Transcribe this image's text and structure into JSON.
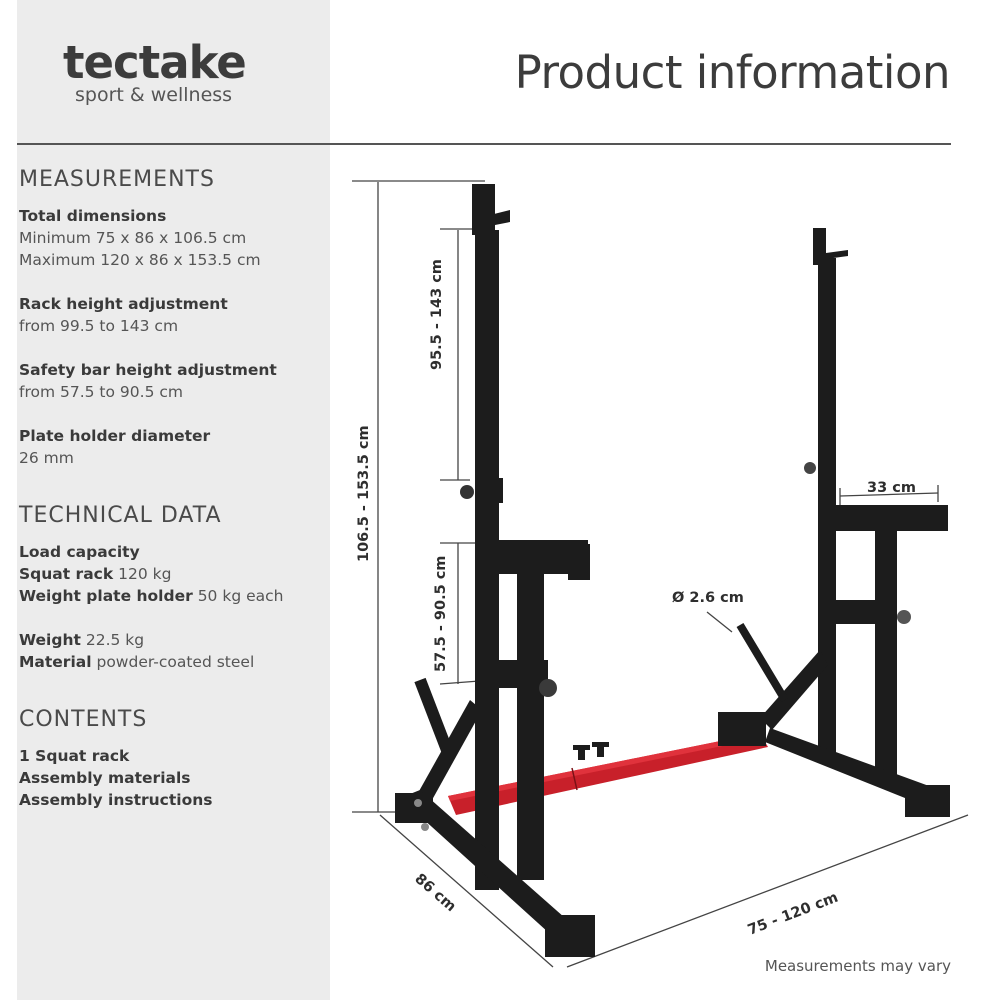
{
  "logo": {
    "main": "tectake",
    "sub": "sport & wellness"
  },
  "title": "Product information",
  "measurements": {
    "heading": "MEASUREMENTS",
    "total_label": "Total dimensions",
    "total_min": "Minimum 75 x 86 x 106.5 cm",
    "total_max": "Maximum 120 x 86 x 153.5 cm",
    "rack_label": "Rack height adjustment",
    "rack_value": "from 99.5 to 143 cm",
    "safety_label": "Safety bar height adjustment",
    "safety_value": "from 57.5 to 90.5 cm",
    "plate_label": "Plate holder diameter",
    "plate_value": "26 mm"
  },
  "technical": {
    "heading": "TECHNICAL DATA",
    "load_label": "Load capacity",
    "squat_label": "Squat rack",
    "squat_value": "120 kg",
    "holder_label": "Weight plate holder",
    "holder_value": "50 kg each",
    "weight_label": "Weight",
    "weight_value": "22.5 kg",
    "material_label": "Material",
    "material_value": "powder-coated steel"
  },
  "contents": {
    "heading": "CONTENTS",
    "items": [
      "1 Squat rack",
      "Assembly materials",
      "Assembly instructions"
    ]
  },
  "dimensions": {
    "total_height": "106.5 - 153.5 cm",
    "rack_height": "95.5 - 143 cm",
    "safety_height": "57.5 - 90.5 cm",
    "depth": "86 cm",
    "width": "75 - 120 cm",
    "arm_length": "33 cm",
    "diameter": "Ø 2.6 cm"
  },
  "colors": {
    "frame": "#1c1c1c",
    "crossbar": "#c8202a",
    "sidebar": "#ececec"
  },
  "note": "Measurements may vary"
}
